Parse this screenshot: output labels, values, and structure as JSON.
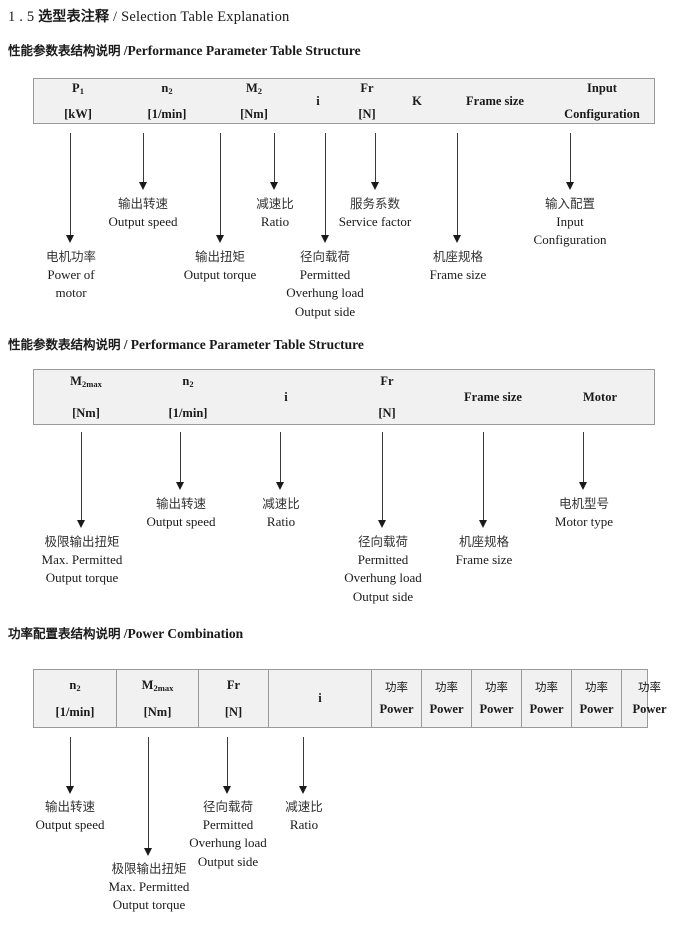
{
  "doc": {
    "section_number": "1 . 5",
    "title_cn": "选型表注释",
    "title_sep": "/",
    "title_en": "Selection Table Explanation"
  },
  "sections": [
    {
      "heading_cn": "性能参数表结构说明",
      "heading_sep": "/",
      "heading_en": "Performance Parameter Table Structure",
      "table": {
        "columns": [
          {
            "symbol": "P",
            "sub": "1",
            "unit": "[kW]"
          },
          {
            "symbol": "n",
            "sub": "2",
            "unit": "[1/min]"
          },
          {
            "symbol": "M",
            "sub": "2",
            "unit": "[Nm]"
          },
          {
            "symbol": "i",
            "sub": "",
            "unit": ""
          },
          {
            "symbol": "Fr",
            "sub": "",
            "unit": "[N]"
          },
          {
            "symbol": "K",
            "sub": "",
            "unit": ""
          },
          {
            "symbol": "Frame size",
            "sub": "",
            "unit": ""
          },
          {
            "symbol": "Input",
            "sub": "",
            "unit": "Configuration"
          }
        ]
      },
      "annotations": [
        {
          "cn": "电机功率",
          "en": [
            "Power of",
            "motor"
          ]
        },
        {
          "cn": "输出转速",
          "en": [
            "Output speed"
          ]
        },
        {
          "cn": "输出扭矩",
          "en": [
            "Output torque"
          ]
        },
        {
          "cn": "减速比",
          "en": [
            "Ratio"
          ]
        },
        {
          "cn": "径向载荷",
          "en": [
            "Permitted",
            "Overhung load",
            "Output side"
          ]
        },
        {
          "cn": "服务系数",
          "en": [
            "Service factor"
          ]
        },
        {
          "cn": "机座规格",
          "en": [
            "Frame size"
          ]
        },
        {
          "cn": "输入配置",
          "en": [
            "Input",
            "Configuration"
          ]
        }
      ]
    },
    {
      "heading_cn": "性能参数表结构说明",
      "heading_sep": "/",
      "heading_en": "Performance Parameter Table Structure",
      "table": {
        "columns": [
          {
            "symbol": "M",
            "sub": "2max",
            "unit": "[Nm]"
          },
          {
            "symbol": "n",
            "sub": "2",
            "unit": "[1/min]"
          },
          {
            "symbol": "i",
            "sub": "",
            "unit": ""
          },
          {
            "symbol": "Fr",
            "sub": "",
            "unit": "[N]"
          },
          {
            "symbol": "Frame size",
            "sub": "",
            "unit": ""
          },
          {
            "symbol": "Motor",
            "sub": "",
            "unit": ""
          }
        ]
      },
      "annotations": [
        {
          "cn": "极限输出扭矩",
          "en": [
            "Max. Permitted",
            "Output  torque"
          ]
        },
        {
          "cn": "输出转速",
          "en": [
            "Output speed"
          ]
        },
        {
          "cn": "减速比",
          "en": [
            "Ratio"
          ]
        },
        {
          "cn": "径向载荷",
          "en": [
            "Permitted",
            "Overhung load",
            "Output side"
          ]
        },
        {
          "cn": "机座规格",
          "en": [
            "Frame size"
          ]
        },
        {
          "cn": "电机型号",
          "en": [
            "Motor type"
          ]
        }
      ]
    },
    {
      "heading_cn": "功率配置表结构说明",
      "heading_sep": "/",
      "heading_en": "Power Combination",
      "table": {
        "columns": [
          {
            "symbol": "n",
            "sub": "2",
            "unit": "[1/min]"
          },
          {
            "symbol": "M",
            "sub": "2max",
            "unit": "[Nm]"
          },
          {
            "symbol": "Fr",
            "sub": "",
            "unit": "[N]"
          },
          {
            "symbol": "i",
            "sub": "",
            "unit": ""
          },
          {
            "symbol_cn": "功率",
            "unit": "Power"
          },
          {
            "symbol_cn": "功率",
            "unit": "Power"
          },
          {
            "symbol_cn": "功率",
            "unit": "Power"
          },
          {
            "symbol_cn": "功率",
            "unit": "Power"
          },
          {
            "symbol_cn": "功率",
            "unit": "Power"
          },
          {
            "symbol_cn": "功率",
            "unit": "Power"
          }
        ]
      },
      "annotations": [
        {
          "cn": "输出转速",
          "en": [
            "Output speed"
          ]
        },
        {
          "cn": "极限输出扭矩",
          "en": [
            "Max. Permitted",
            "Output  torque"
          ]
        },
        {
          "cn": "径向载荷",
          "en": [
            "Permitted",
            "Overhung load",
            "Output side"
          ]
        },
        {
          "cn": "减速比",
          "en": [
            "Ratio"
          ]
        }
      ]
    }
  ]
}
